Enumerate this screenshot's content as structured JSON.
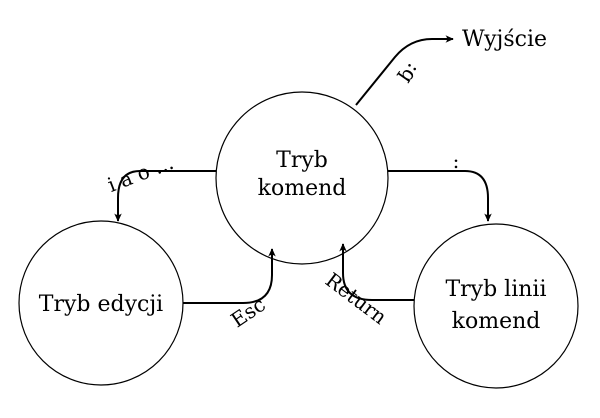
{
  "states": {
    "command": {
      "line1": "Tryb",
      "line2": "komend"
    },
    "edit": {
      "label": "Tryb edycji"
    },
    "cmdline": {
      "line1": "Tryb linii",
      "line2": "komend"
    },
    "exit": {
      "label": "Wyjście"
    }
  },
  "edges": {
    "to_edit": "i a o ...",
    "to_cmdline": ":",
    "esc": "Esc",
    "return": "Return",
    "quit": ":q"
  }
}
